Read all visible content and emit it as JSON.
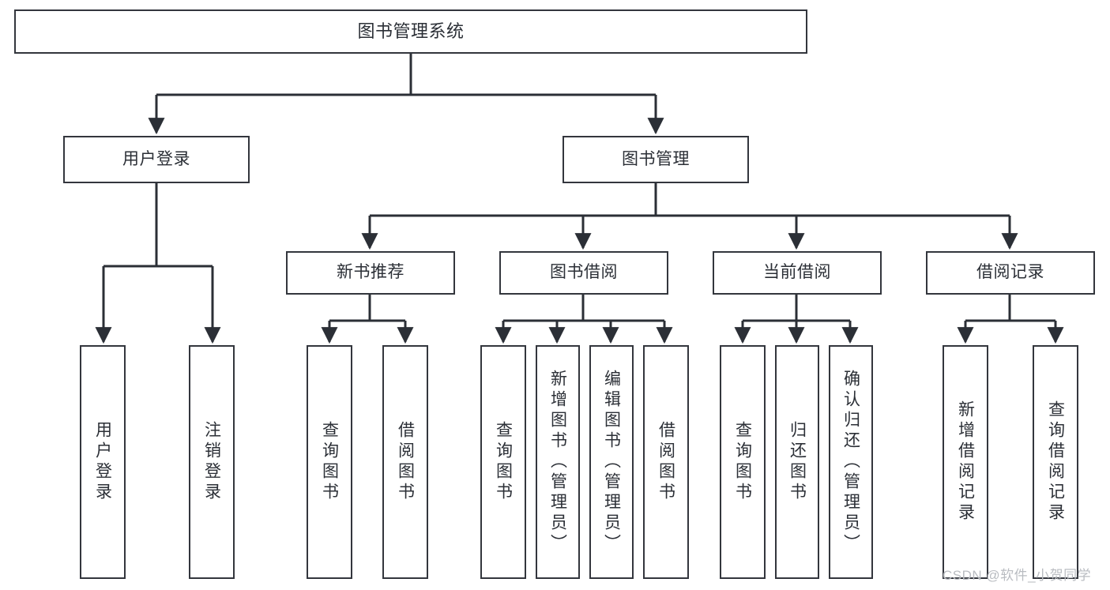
{
  "diagram": {
    "title": "图书管理系统",
    "type": "tree",
    "stroke_color": "#33363d",
    "text_color": "#2b2f36",
    "background_color": "#ffffff",
    "watermark": "CSDN @软件_小贺同学"
  },
  "nodes": {
    "root": {
      "label": "图书管理系统"
    },
    "level1": [
      {
        "label": "用户登录"
      },
      {
        "label": "图书管理"
      }
    ],
    "level2": [
      {
        "label": "新书推荐"
      },
      {
        "label": "图书借阅"
      },
      {
        "label": "当前借阅"
      },
      {
        "label": "借阅记录"
      }
    ],
    "leaves": {
      "user_login": [
        {
          "label": "用户登录"
        },
        {
          "label": "注销登录"
        }
      ],
      "new_book_recommend": [
        {
          "label": "查询图书"
        },
        {
          "label": "借阅图书"
        }
      ],
      "book_borrow": [
        {
          "label": "查询图书"
        },
        {
          "label": "新增图书（管理员）"
        },
        {
          "label": "编辑图书（管理员）"
        },
        {
          "label": "借阅图书"
        }
      ],
      "current_borrow": [
        {
          "label": "查询图书"
        },
        {
          "label": "归还图书"
        },
        {
          "label": "确认归还（管理员）"
        }
      ],
      "borrow_record": [
        {
          "label": "新增借阅记录"
        },
        {
          "label": "查询借阅记录"
        }
      ]
    }
  }
}
